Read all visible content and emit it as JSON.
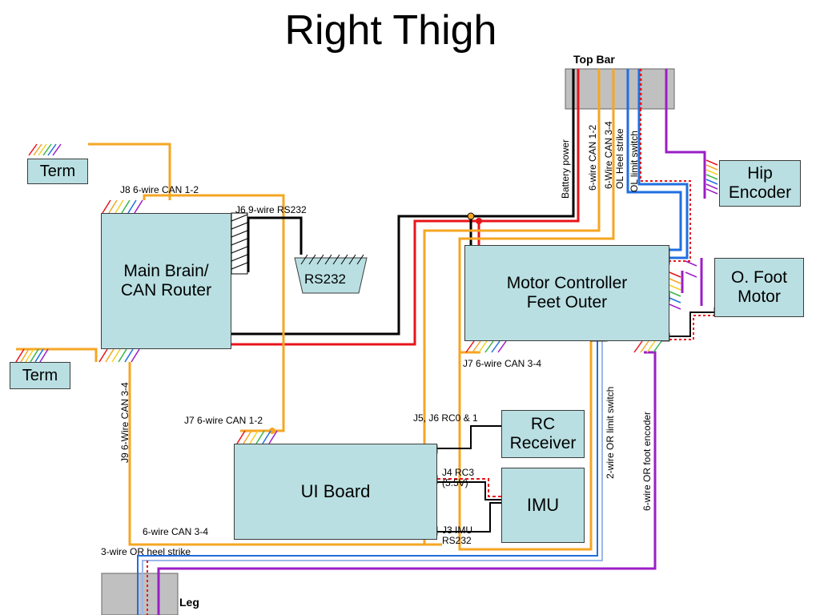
{
  "title": "Right Thigh",
  "colors": {
    "box_fill": "#b9dfe2",
    "bar_fill": "#c0c0c0",
    "can_wire": "#f5a623",
    "power_red": "#e8141b",
    "ground_black": "#000000",
    "signal_blue": "#1f6fe0",
    "encoder_purple": "#9b1ec6"
  },
  "boxes": {
    "term_top": "Term",
    "term_bottom": "Term",
    "main_brain": "Main Brain/\nCAN Router",
    "rs232": "RS232",
    "motor_controller": "Motor Controller\nFeet Outer",
    "hip_encoder": "Hip\nEncoder",
    "foot_motor": "O. Foot\nMotor",
    "ui_board": "UI Board",
    "rc_receiver": "RC\nReceiver",
    "imu": "IMU"
  },
  "bars": {
    "top_bar": "Top Bar",
    "leg": "Leg"
  },
  "labels": {
    "j8": "J8 6-wire CAN 1-2",
    "j6": "J6 9-wire RS232",
    "j7_mc": "J7 6-wire CAN 3-4",
    "j7_ui": "J7 6-wire CAN 1-2",
    "j5j6": "J5, J6 RC0 & 1",
    "j4": "J4 RC3\n(5.5V)",
    "j3": "J3 IMU\nRS232",
    "can34_bottom": "6-wire CAN 3-4",
    "heel_strike_3wire": "3-wire OR heel strike"
  },
  "vertical_labels": {
    "battery_power": "Battery power",
    "can12_6wire": "6-wire CAN 1-2",
    "can34_6wire": "6-Wire CAN 3-4",
    "ol_heel_strike": "OL Heel strike",
    "ol_limit_switch": "OL limit switch",
    "j9": "J9 6-Wire CAN 3-4",
    "or_limit_switch": "2-wire OR limit switch",
    "or_foot_encoder": "6-wire OR foot encoder"
  }
}
